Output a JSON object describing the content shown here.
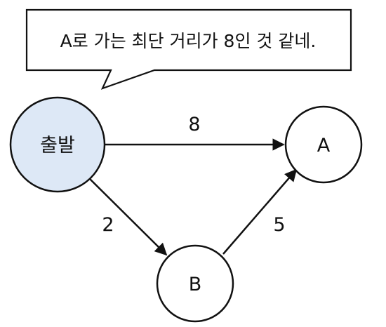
{
  "callout": {
    "text": "A로 가는 최단 거리가 8인 것 같네."
  },
  "nodes": {
    "start": {
      "label": "출발",
      "fill": "#dde8f6"
    },
    "a": {
      "label": "A",
      "fill": "#ffffff"
    },
    "b": {
      "label": "B",
      "fill": "#ffffff"
    }
  },
  "edges": [
    {
      "from": "출발",
      "to": "A",
      "weight": "8"
    },
    {
      "from": "출발",
      "to": "B",
      "weight": "2"
    },
    {
      "from": "B",
      "to": "A",
      "weight": "5"
    }
  ],
  "colors": {
    "stroke": "#111111",
    "start_fill": "#dde8f6"
  }
}
